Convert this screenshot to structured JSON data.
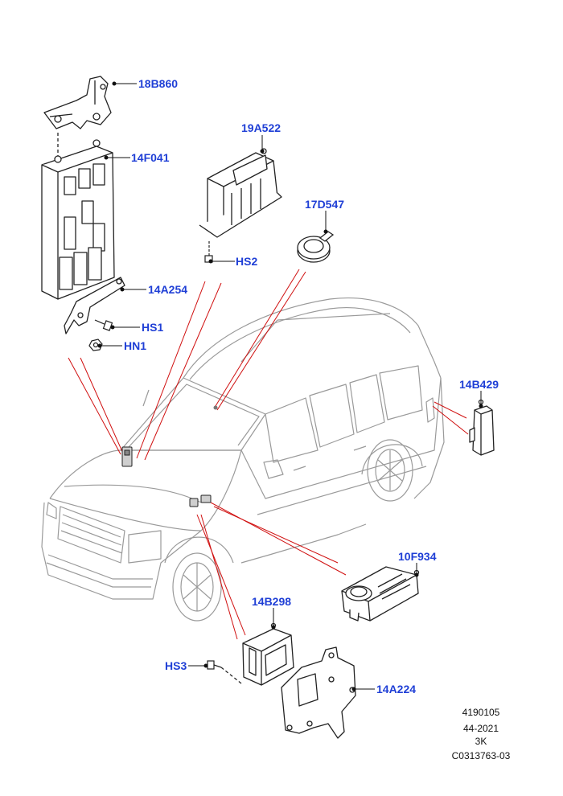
{
  "callouts": {
    "c_18B860": "18B860",
    "c_14F041": "14F041",
    "c_19A522": "19A522",
    "c_17D547": "17D547",
    "c_HS2": "HS2",
    "c_14A254": "14A254",
    "c_HS1": "HS1",
    "c_HN1": "HN1",
    "c_14B429": "14B429",
    "c_10F934": "10F934",
    "c_14B298": "14B298",
    "c_HS3": "HS3",
    "c_14A224": "14A224"
  },
  "reference": {
    "line1": "4190105",
    "line2": "44-2021",
    "line3": "3K",
    "line4": "C0313763-03"
  },
  "colors": {
    "callout_text": "#1f3fd6",
    "leader_red": "#d01010",
    "line_art": "#222222",
    "vehicle_outline": "#9a9a9a"
  }
}
